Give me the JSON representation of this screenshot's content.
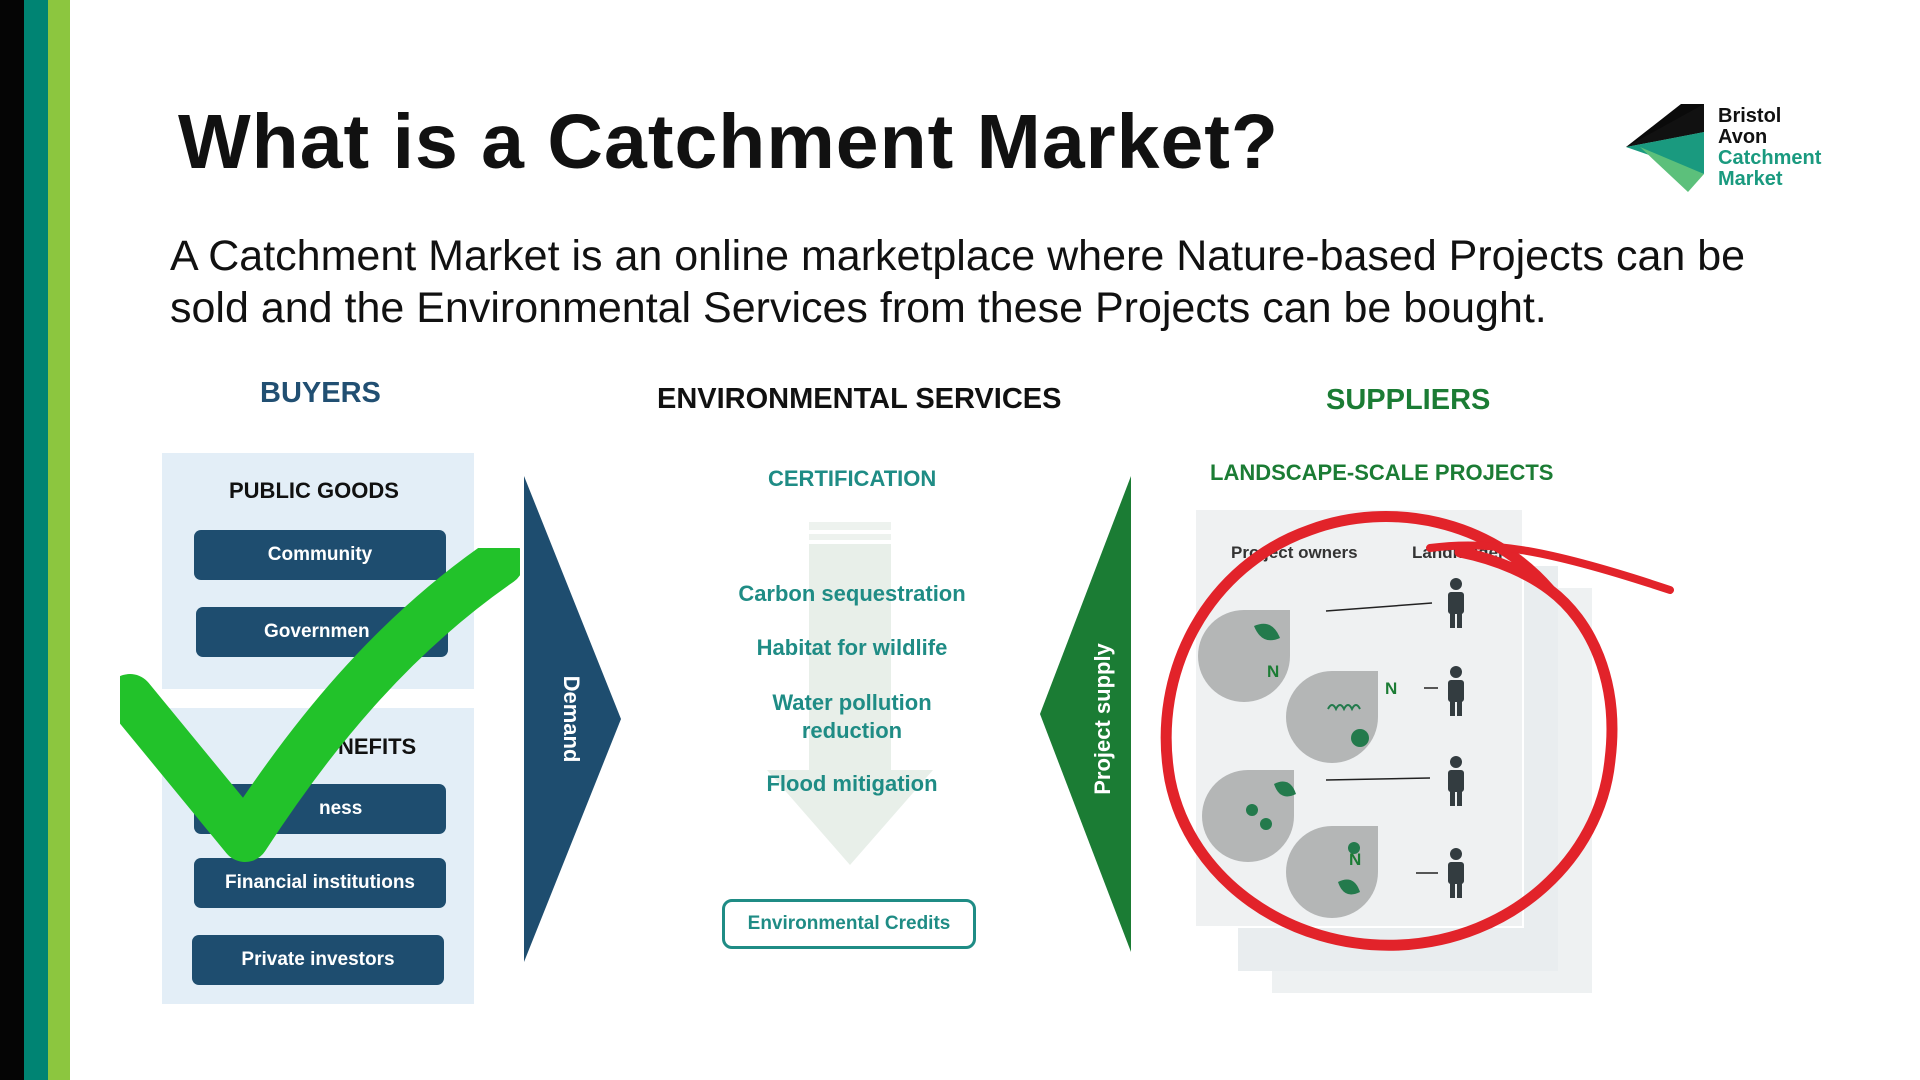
{
  "title": "What is a Catchment Market?",
  "intro": "A Catchment Market is an online marketplace where Nature-based Projects can be sold and the Environmental Services from these Projects can be bought.",
  "logo": {
    "line1": "Bristol",
    "line2": "Avon",
    "line3": "Catchment",
    "line4": "Market"
  },
  "buyers": {
    "header": "BUYERS",
    "public_title": "PUBLIC GOODS",
    "public_items": [
      "Community",
      "Governmen"
    ],
    "private_title": "NEFITS",
    "private_items": [
      "ness",
      "Financial institutions",
      "Private investors"
    ]
  },
  "demand_label": "Demand",
  "environmental": {
    "header": "ENVIRONMENTAL SERVICES",
    "certification": "CERTIFICATION",
    "services": [
      "Carbon sequestration",
      "Habitat for wildlife",
      "Water pollution reduction",
      "Flood mitigation"
    ],
    "credits": "Environmental Credits"
  },
  "supply_label": "Project supply",
  "suppliers": {
    "header": "SUPPLIERS",
    "subheader": "LANDSCAPE-SCALE PROJECTS",
    "col_owners": "Pro ject owners",
    "col_landholders": "Landholders",
    "drop_letters": [
      "N",
      "N",
      "N"
    ]
  },
  "colors": {
    "navy": "#1e4d6f",
    "teal": "#1f8c85",
    "green": "#1b7c34",
    "check_green": "#22c22a",
    "circle_red": "#e2232a",
    "panel_blue": "#e3eef7",
    "bar_black": "#050505",
    "bar_teal": "#008473",
    "bar_green": "#8cc63f"
  }
}
